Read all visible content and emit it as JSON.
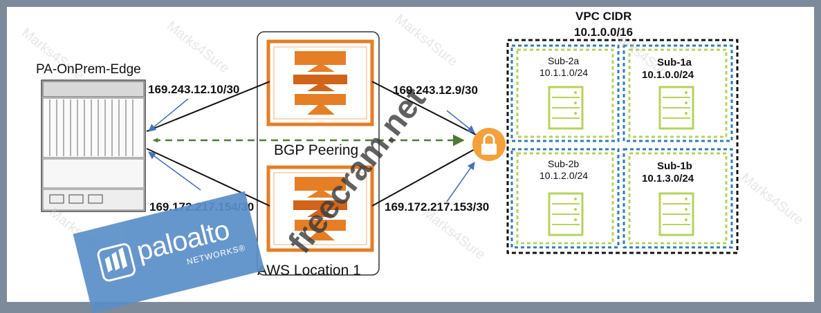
{
  "device": {
    "name": "PA-OnPrem-Edge"
  },
  "links": {
    "top_left_ip": "169.243.12.10/30",
    "bottom_left_ip": "169.172.217.154/30",
    "top_right_ip": "169.243.12.9/30",
    "bottom_right_ip": "169.172.217.153/30"
  },
  "bgp": {
    "label": "BGP Peering"
  },
  "aws": {
    "location_label": "AWS Location 1"
  },
  "vpc": {
    "title": "VPC CIDR",
    "cidr": "10.1.0.0/16",
    "subnets": [
      {
        "name": "Sub-2a",
        "cidr": "10.1.1.0/24"
      },
      {
        "name": "Sub-1a",
        "cidr": "10.1.0.0/24"
      },
      {
        "name": "Sub-2b",
        "cidr": "10.1.2.0/24"
      },
      {
        "name": "Sub-1b",
        "cidr": "10.1.3.0/24"
      }
    ]
  },
  "logo": {
    "brand": "paloalto",
    "tagline": "NETWORKS®"
  },
  "watermarks": [
    "Marks4Sure",
    "freecram.net"
  ],
  "colors": {
    "aws_orange": "#e57e25",
    "subnet_green": "#b5d35a",
    "subnet_blue": "#2e7db5",
    "arrow_blue": "#4a72b8",
    "bgp_green": "#4f7a32",
    "logo_blue": "#5a8fc8"
  },
  "icons": [
    "firewall-device-icon",
    "aws-gateway-icon",
    "vpn-lock-icon",
    "server-icon"
  ]
}
